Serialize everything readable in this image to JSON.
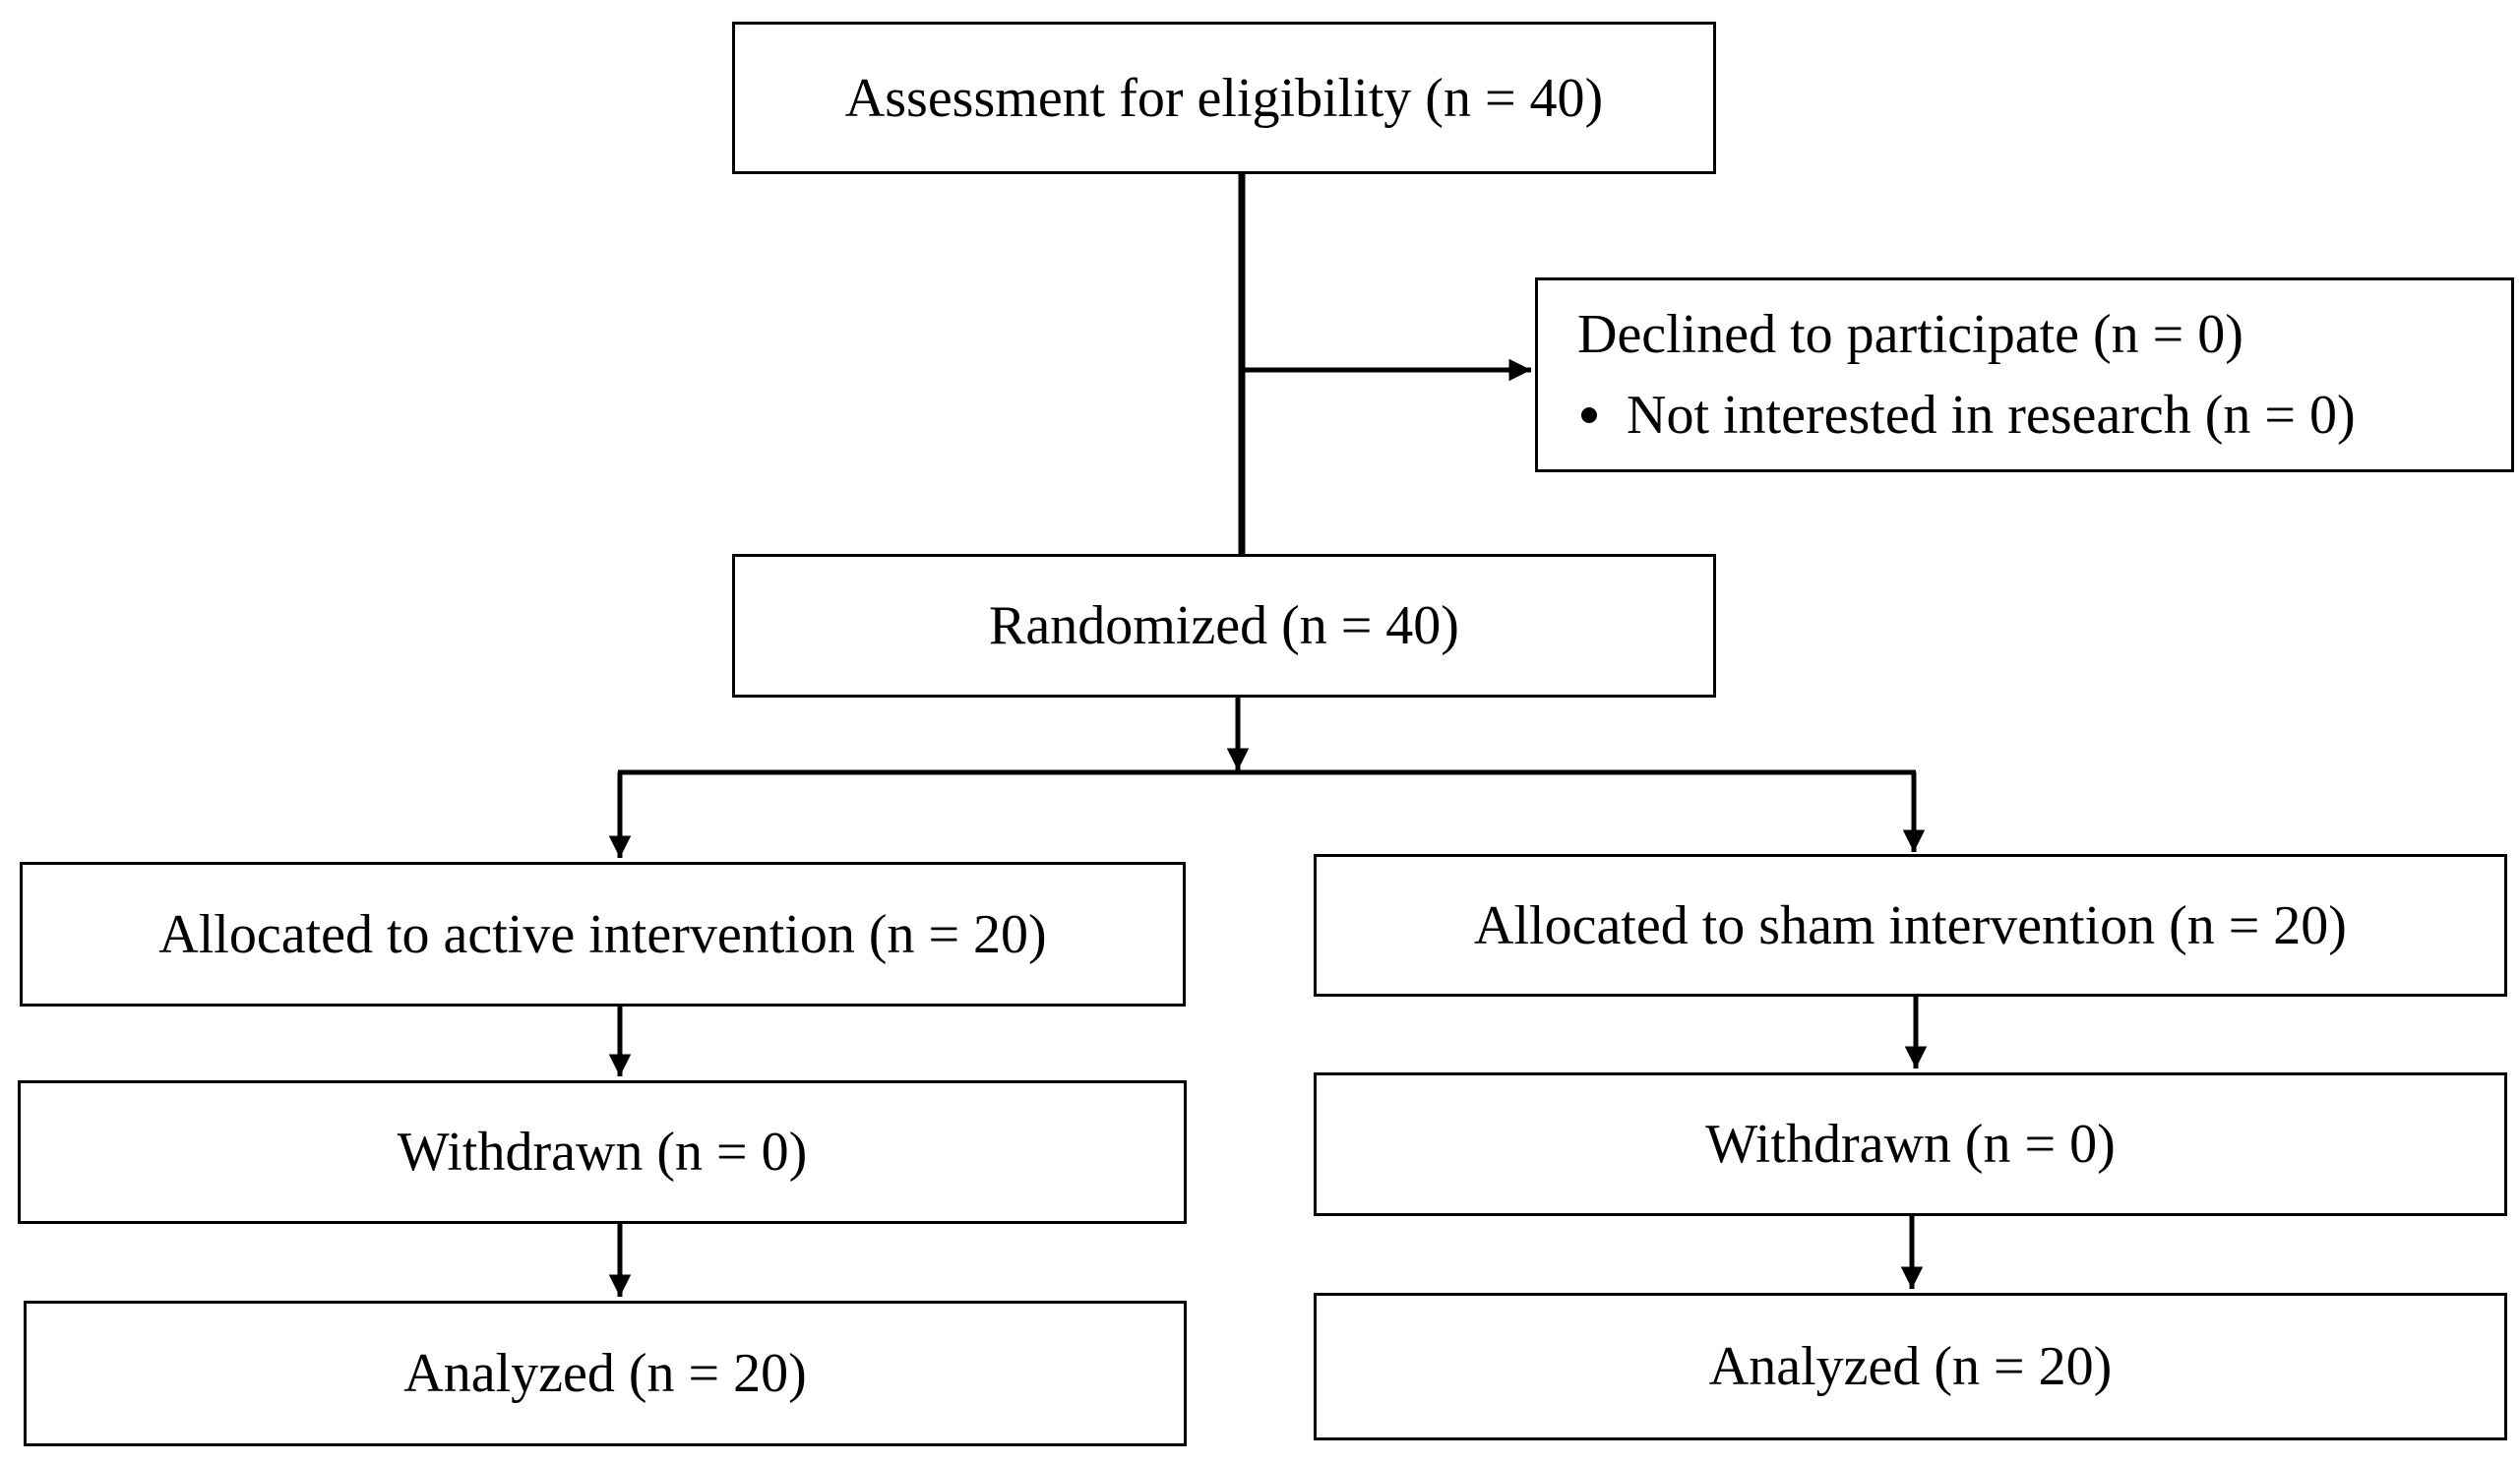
{
  "diagram": {
    "assessment": "Assessment for eligibility (n = 40)",
    "declined": {
      "title": "Declined to participate (n = 0)",
      "reason": "Not interested in research (n = 0)"
    },
    "randomized": "Randomized (n = 40)",
    "active_arm": {
      "allocated": "Allocated to active intervention (n = 20)",
      "withdrawn": "Withdrawn (n = 0)",
      "analyzed": "Analyzed (n = 20)"
    },
    "sham_arm": {
      "allocated": "Allocated to sham intervention (n = 20)",
      "withdrawn": "Withdrawn (n = 0)",
      "analyzed": "Analyzed (n = 20)"
    }
  }
}
